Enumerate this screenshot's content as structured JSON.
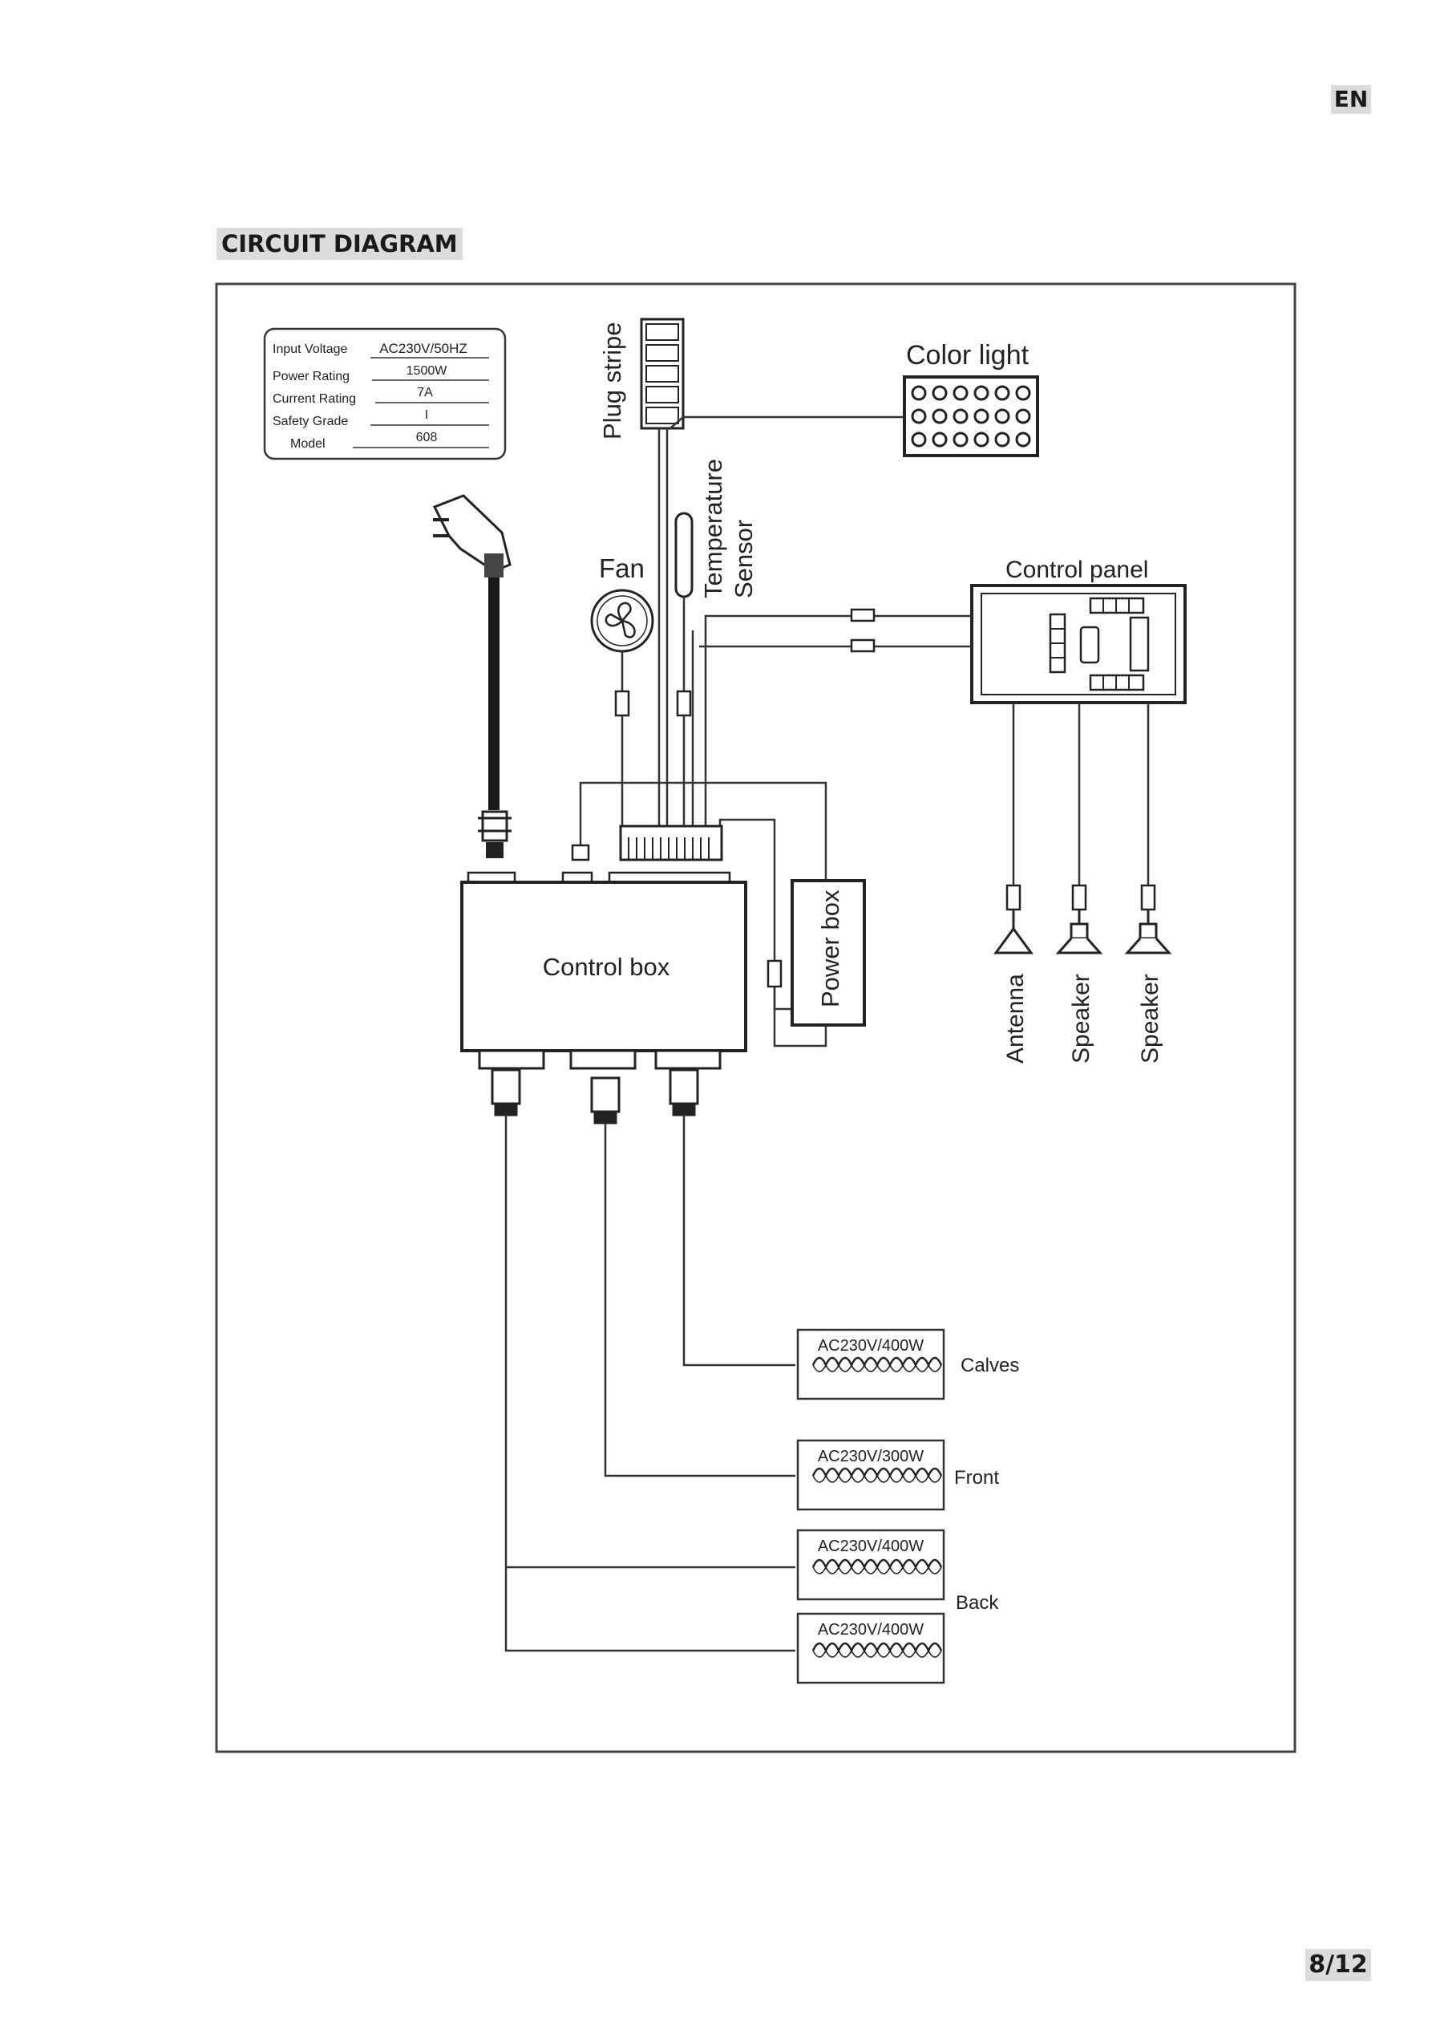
{
  "header": {
    "language": "EN",
    "section_title": "CIRCUIT DIAGRAM"
  },
  "footer": {
    "page_number": "8/12"
  },
  "diagram": {
    "rating_plate": {
      "rows": [
        {
          "label": "Input Voltage",
          "value": "AC230V/50HZ"
        },
        {
          "label": "Power Rating",
          "value": "1500W"
        },
        {
          "label": "Current Rating",
          "value": "7A"
        },
        {
          "label": "Safety Grade",
          "value": "I"
        },
        {
          "label": "Model",
          "value": "608"
        }
      ]
    },
    "labels": {
      "plug_stripe": "Plug stripe",
      "color_light": "Color light",
      "temperature": "Temperature",
      "sensor": "Sensor",
      "fan": "Fan",
      "control_panel": "Control panel",
      "control_box": "Control box",
      "power_box": "Power box",
      "antenna": "Antenna",
      "speaker_1": "Speaker",
      "speaker_2": "Speaker"
    },
    "heaters": [
      {
        "rating": "AC230V/400W",
        "name": "Calves"
      },
      {
        "rating": "AC230V/300W",
        "name": "Front"
      },
      {
        "rating": "AC230V/400W",
        "name": ""
      },
      {
        "rating": "AC230V/400W",
        "name": ""
      }
    ],
    "back_label": "Back"
  }
}
